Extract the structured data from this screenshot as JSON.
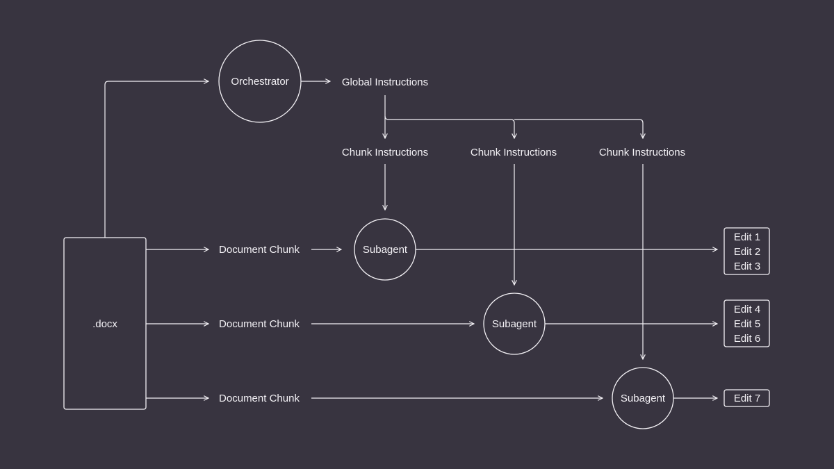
{
  "diagram": {
    "colors": {
      "background": "#383440",
      "stroke": "#f3f1f5",
      "text": "#f3f1f5"
    },
    "source": ".docx",
    "orchestrator": "Orchestrator",
    "global_instructions": "Global Instructions",
    "chunk_instructions": [
      "Chunk Instructions",
      "Chunk Instructions",
      "Chunk Instructions"
    ],
    "document_chunks": [
      "Document Chunk",
      "Document Chunk",
      "Document Chunk"
    ],
    "subagents": [
      "Subagent",
      "Subagent",
      "Subagent"
    ],
    "edits": [
      [
        "Edit 1",
        "Edit 2",
        "Edit 3"
      ],
      [
        "Edit 4",
        "Edit 5",
        "Edit 6"
      ],
      [
        "Edit 7"
      ]
    ]
  }
}
